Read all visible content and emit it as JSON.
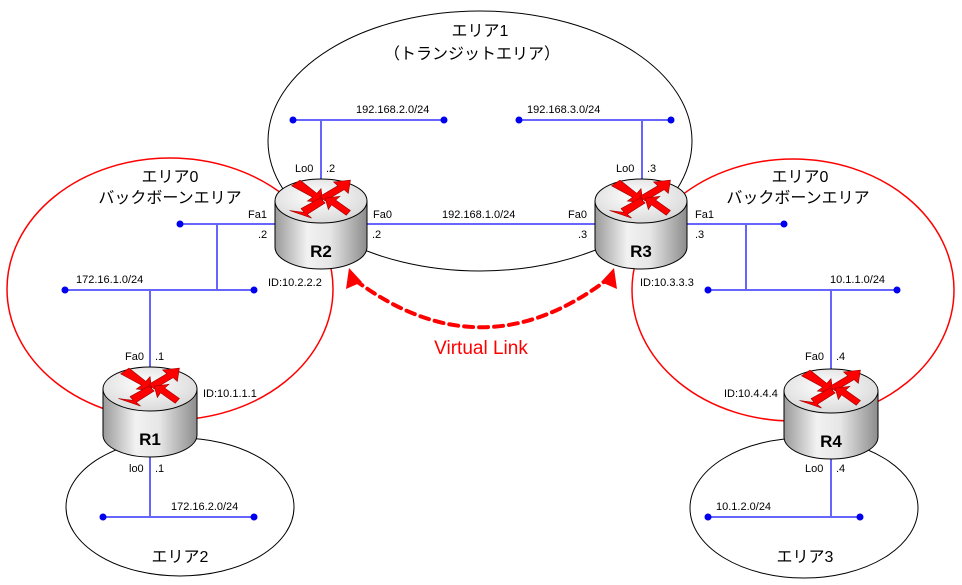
{
  "colors": {
    "area0_border": "#ff0000",
    "area_border": "#000000",
    "network_line": "#6666ff",
    "network_dot": "#0000ee",
    "virtual_link": "#ff0000",
    "router_arrow": "#ff0000"
  },
  "areas": {
    "area1": {
      "title": "エリア1",
      "subtitle": "（トランジットエリア）"
    },
    "area0_left": {
      "title": "エリア0",
      "subtitle": "バックボーンエリア"
    },
    "area0_right": {
      "title": "エリア0",
      "subtitle": "バックボーンエリア"
    },
    "area2": {
      "title": "エリア2"
    },
    "area3": {
      "title": "エリア3"
    }
  },
  "networks": {
    "n_192_168_2": "192.168.2.0/24",
    "n_192_168_3": "192.168.3.0/24",
    "n_192_168_1": "192.168.1.0/24",
    "n_172_16_1": "172.16.1.0/24",
    "n_172_16_2": "172.16.2.0/24",
    "n_10_1_1": "10.1.1.0/24",
    "n_10_1_2": "10.1.2.0/24"
  },
  "routers": {
    "r1": {
      "name": "R1",
      "id": "ID:10.1.1.1",
      "fa0": "Fa0",
      "fa0_ip": ".1",
      "lo0": "lo0",
      "lo0_ip": ".1"
    },
    "r2": {
      "name": "R2",
      "id": "ID:10.2.2.2",
      "lo0": "Lo0",
      "lo0_ip": ".2",
      "fa0": "Fa0",
      "fa0_ip": ".2",
      "fa1": "Fa1",
      "fa1_ip": ".2"
    },
    "r3": {
      "name": "R3",
      "id": "ID:10.3.3.3",
      "lo0": "Lo0",
      "lo0_ip": ".3",
      "fa0": "Fa0",
      "fa0_ip": ".3",
      "fa1": "Fa1",
      "fa1_ip": ".3"
    },
    "r4": {
      "name": "R4",
      "id": "ID:10.4.4.4",
      "fa0": "Fa0",
      "fa0_ip": ".4",
      "lo0": "Lo0",
      "lo0_ip": ".4"
    }
  },
  "virtual_link": {
    "label": "Virtual Link"
  }
}
